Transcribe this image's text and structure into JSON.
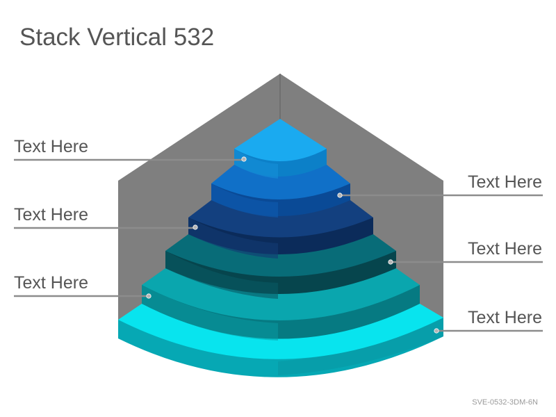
{
  "title": "Stack Vertical 532",
  "footer_code": "SVE-0532-3DM-6N",
  "labels": [
    "Text Here",
    "Text Here",
    "Text Here",
    "Text Here",
    "Text Here",
    "Text Here"
  ],
  "colors": {
    "background_wall": "#7f7f7f",
    "wall_edge": "#6a6a6a",
    "connector": "#8c8c8c",
    "tier_top_1": "#1aaaf0",
    "tier_top_2": "#1070c8",
    "tier_top_3": "#13407f",
    "tier_top_4": "#086c78",
    "tier_top_5": "#0aa6ae",
    "tier_top_6": "#08e4ee"
  }
}
